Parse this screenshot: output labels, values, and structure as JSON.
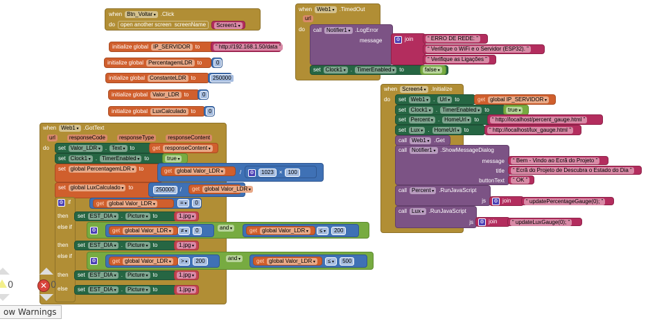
{
  "btn_voltar": {
    "when": "when",
    "component": "Btn_Voltar",
    "event": ".Click",
    "do": "do",
    "action": "open another screen",
    "param": "screenName",
    "value": "Screen1"
  },
  "globals": [
    {
      "label": "initialize global",
      "name": "IP_SERVIDOR",
      "to": "to",
      "value": "http://192.168.1.50/data",
      "type": "text"
    },
    {
      "label": "initialize global",
      "name": "PercentagemLDR",
      "to": "to",
      "value": "0",
      "type": "num"
    },
    {
      "label": "initialize global",
      "name": "ConstanteLDR",
      "to": "to",
      "value": "250000",
      "type": "num"
    },
    {
      "label": "initialize global",
      "name": "Valor_LDR",
      "to": "to",
      "value": "0",
      "type": "num"
    },
    {
      "label": "initialize global",
      "name": "LuxCalculado",
      "to": "to",
      "value": "0",
      "type": "num"
    }
  ],
  "timedout": {
    "when": "when",
    "component": "Web1",
    "event": ".TimedOut",
    "param": "url",
    "do": "do",
    "call": "call",
    "notifier": "Notifier1",
    "method": ".LogError",
    "message": "message",
    "join": "join",
    "strings": [
      "ERRO DE REDE: ",
      "Verifique o WiFi e o Servidor (ESP32). ",
      "Verifique as Ligações"
    ],
    "set": "set",
    "clock": "Clock1",
    "prop": "TimerEnabled",
    "to": "to",
    "value": "false"
  },
  "init": {
    "when": "when",
    "component": "Screen4",
    "event": ".Initialize",
    "do": "do",
    "rows": [
      {
        "kw": "set",
        "comp": "Web1",
        "prop": "Url",
        "to": "to",
        "get": "get",
        "value": "global IP_SERVIDOR"
      },
      {
        "kw": "set",
        "comp": "Clock1",
        "prop": "TimerEnabled",
        "to": "to",
        "value": "true"
      },
      {
        "kw": "set",
        "comp": "Percent",
        "prop": "HomeUrl",
        "to": "to",
        "value": "http://localhost/percent_gauge.html"
      },
      {
        "kw": "set",
        "comp": "Lux",
        "prop": "HomeUrl",
        "to": "to",
        "value": "http://localhost/lux_gauge.html"
      }
    ],
    "web_get": {
      "kw": "call",
      "comp": "Web1",
      "method": ".Get"
    },
    "dialog": {
      "kw": "call",
      "comp": "Notifier1",
      "method": ".ShowMessageDialog",
      "message_label": "message",
      "message": "Bem - Vindo ao Ecrã do Projeto",
      "title_label": "title",
      "title": "Ecrã do Projeto de Descubra o Estado do Dia",
      "button_label": "buttonText",
      "button": "OK"
    },
    "js1": {
      "kw": "call",
      "comp": "Percent",
      "method": ".RunJavaScript",
      "js": "js",
      "join": "join",
      "value": "updatePercentageGauge(0);"
    },
    "js2": {
      "kw": "call",
      "comp": "Lux",
      "method": ".RunJavaScript",
      "js": "js",
      "join": "join",
      "value": "updateLuxGauge(0);"
    }
  },
  "gottext": {
    "when": "when",
    "component": "Web1",
    "event": ".GotText",
    "params": [
      "url",
      "responseCode",
      "responseType",
      "responseContent"
    ],
    "do": "do",
    "set1": {
      "kw": "set",
      "comp": "Valor_LDR",
      "prop": "Text",
      "to": "to",
      "get": "get",
      "value": "responseContent"
    },
    "set2": {
      "kw": "set",
      "comp": "Clock1",
      "prop": "TimerEnabled",
      "to": "to",
      "value": "true"
    },
    "set3": {
      "kw": "set",
      "var": "global PercentagemLDR",
      "to": "to",
      "get": "get",
      "value": "global Valor_LDR",
      "div": "/",
      "a": "1023",
      "times": "×",
      "b": "100"
    },
    "set4": {
      "kw": "set",
      "var": "global LuxCalculado",
      "to": "to",
      "num": "250000",
      "div": "/",
      "get": "get",
      "value": "global Valor_LDR"
    },
    "if": {
      "if": "if",
      "then": "then",
      "elseif": "else if",
      "else": "else",
      "and": "and",
      "get": "get",
      "var": "global Valor_LDR",
      "cond1": {
        "op": "=",
        "val": "0"
      },
      "cond2": [
        {
          "op": "≠",
          "val": "0"
        },
        {
          "op": "≤",
          "val": "200"
        }
      ],
      "cond3": [
        {
          "op": ">",
          "val": "200"
        },
        {
          "op": "≤",
          "val": "500"
        }
      ],
      "set": {
        "kw": "set",
        "comp": "EST_DIA",
        "prop": "Picture",
        "to": "to",
        "value": "1.jpg"
      }
    }
  },
  "warnings": {
    "warn_count": "0",
    "error_count": "0",
    "toggle": "ow Warnings"
  }
}
